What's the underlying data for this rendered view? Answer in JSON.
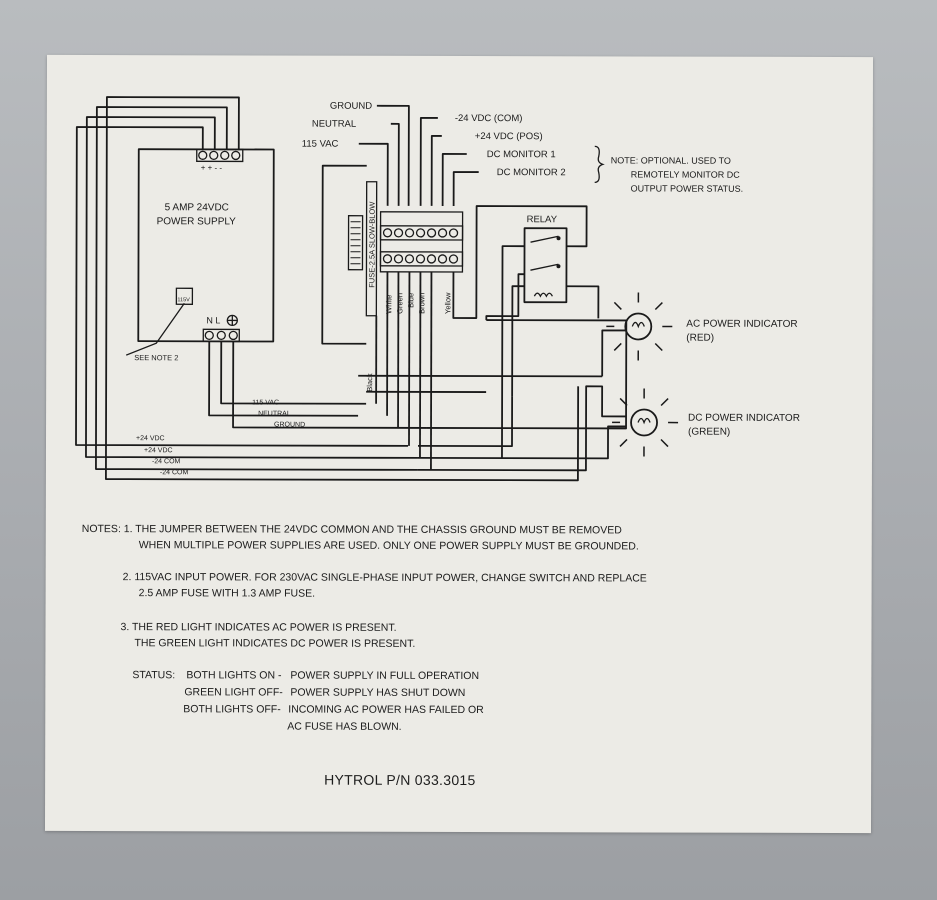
{
  "diagram": {
    "power_supply": {
      "title_line1": "5 AMP 24VDC",
      "title_line2": "POWER SUPPLY",
      "top_terminal_signs": "+ +  -  -",
      "switch_label": "115V",
      "bottom_terminals": "N L",
      "see_note": "SEE NOTE 2"
    },
    "top_labels": {
      "ground": "GROUND",
      "neutral": "NEUTRAL",
      "vac115": "115 VAC",
      "com": "-24 VDC (COM)",
      "pos": "+24 VDC (POS)",
      "mon1": "DC MONITOR 1",
      "mon2": "DC MONITOR 2"
    },
    "note_optional": {
      "line1": "NOTE:  OPTIONAL.  USED TO",
      "line2": "REMOTELY MONITOR DC",
      "line3": "OUTPUT POWER STATUS."
    },
    "fuse_label": "FUSE-2.5A SLOW-BLOW",
    "wire_colors": [
      "White",
      "Green",
      "Blue",
      "Brown",
      "Yellow"
    ],
    "black_label": "Black",
    "relay_label": "RELAY",
    "ac_indicator": {
      "line1": "AC POWER INDICATOR",
      "line2": "(RED)"
    },
    "dc_indicator": {
      "line1": "DC POWER INDICATOR",
      "line2": "(GREEN)"
    },
    "bus_labels": {
      "vac115": "115 VAC",
      "neutral": "NEUTRAL",
      "ground": "GROUND",
      "pos1": "+24 VDC",
      "pos2": "+24 VDC",
      "com1": "-24 COM",
      "com2": "-24 COM"
    }
  },
  "notes": {
    "n1_line1": "NOTES: 1.  THE JUMPER BETWEEN THE 24VDC COMMON AND THE CHASSIS GROUND MUST BE REMOVED",
    "n1_line2": "WHEN MULTIPLE POWER SUPPLIES ARE USED.  ONLY ONE POWER SUPPLY MUST BE GROUNDED.",
    "n2_line1": "2.  115VAC INPUT POWER.  FOR 230VAC SINGLE-PHASE INPUT POWER, CHANGE SWITCH AND REPLACE",
    "n2_line2": "2.5 AMP FUSE WITH 1.3 AMP FUSE.",
    "n3_line1": "3.  THE RED LIGHT INDICATES AC POWER IS PRESENT.",
    "n3_line2": "THE GREEN LIGHT INDICATES DC POWER IS PRESENT.",
    "status_label": "STATUS:",
    "status_rows": [
      {
        "state": "BOTH LIGHTS ON -",
        "meaning": "POWER SUPPLY IN FULL OPERATION"
      },
      {
        "state": "GREEN LIGHT OFF-",
        "meaning": "POWER SUPPLY HAS SHUT DOWN"
      },
      {
        "state": "BOTH LIGHTS OFF-",
        "meaning": "INCOMING AC POWER HAS FAILED OR"
      },
      {
        "state": "",
        "meaning": "AC FUSE HAS BLOWN."
      }
    ]
  },
  "part_number": "HYTROL P/N 033.3015"
}
